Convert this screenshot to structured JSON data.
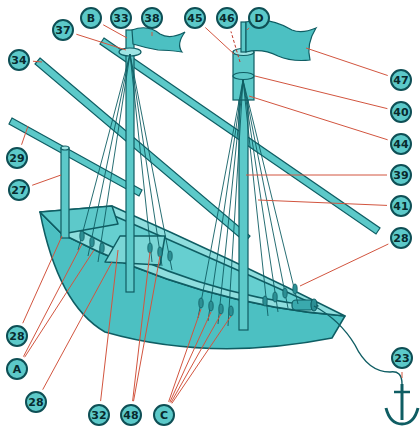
{
  "diagram": {
    "labels": [
      "37",
      "B",
      "33",
      "38",
      "45",
      "46",
      "D",
      "34",
      "47",
      "40",
      "44",
      "29",
      "39",
      "27",
      "41",
      "28",
      "28",
      "A",
      "28",
      "32",
      "48",
      "C",
      "23"
    ]
  }
}
